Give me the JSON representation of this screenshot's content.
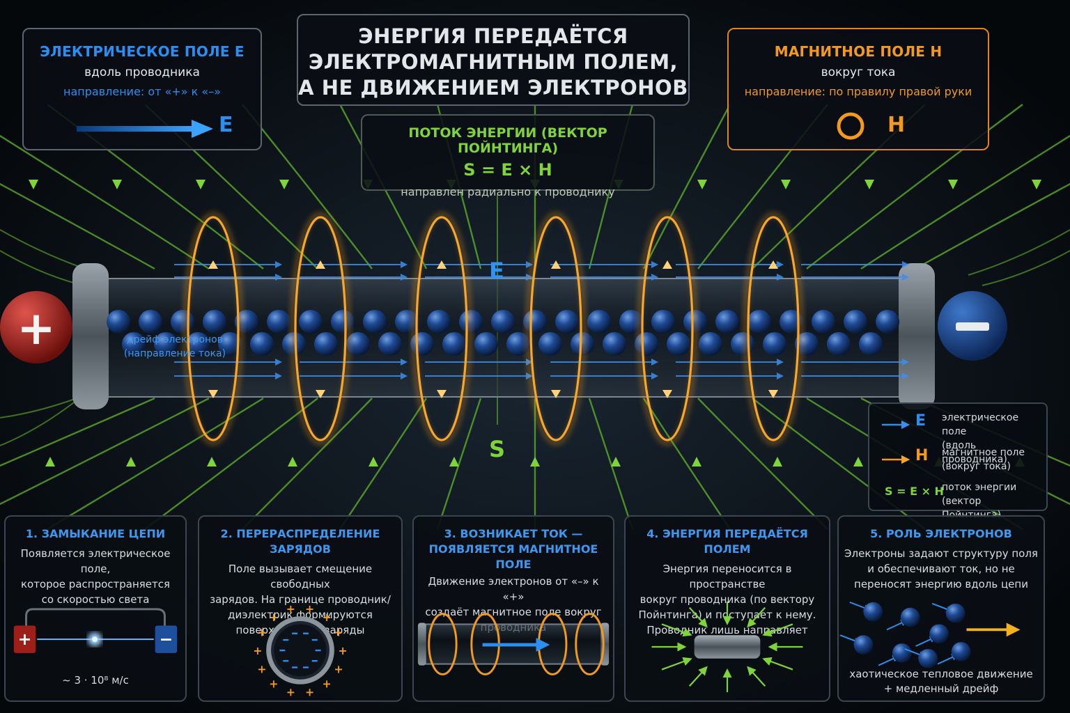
{
  "header": {
    "title_lines": [
      "ЭНЕРГИЯ ПЕРЕДАЁТСЯ",
      "ЭЛЕКТРОМАГНИТНЫМ ПОЛЕМ,",
      "А НЕ ДВИЖЕНИЕМ ЭЛЕКТРОНОВ"
    ]
  },
  "e_panel": {
    "title": "ЭЛЕКТРИЧЕСКОЕ ПОЛЕ E",
    "subtitle": "вдоль проводника",
    "direction": "направление: от «+» к «–»",
    "symbol": "E"
  },
  "h_panel": {
    "title": "МАГНИТНОЕ ПОЛЕ H",
    "subtitle": "вокруг тока",
    "direction": "направление: по правилу правой руки",
    "symbol": "H"
  },
  "s_panel": {
    "title": "ПОТОК ЭНЕРГИИ (ВЕКТОР ПОЙНТИНГА)",
    "formula": "S = E × H",
    "description": "направлен радиально к проводнику"
  },
  "diagram": {
    "label_e": "E",
    "label_s": "S",
    "terminal_plus": "+",
    "terminal_minus": "−",
    "drift_label": [
      "дрейф электронов",
      "(направление тока)"
    ]
  },
  "legend": {
    "items": [
      {
        "symbol": "E",
        "line1": "электрическое поле",
        "line2": "(вдоль проводника)",
        "color": "#2b8ff2"
      },
      {
        "symbol": "H",
        "line1": "магнитное поле",
        "line2": "(вокруг тока)",
        "color": "#f29a1f"
      },
      {
        "symbol": "S = E × H",
        "line1": "поток энергии",
        "line2": "(вектор Пойнтинга)",
        "color": "#7ed43a"
      }
    ]
  },
  "cards": [
    {
      "title": [
        "1. ЗАМЫКАНИЕ ЦЕПИ"
      ],
      "text": [
        "Появляется электрическое поле,",
        "которое распространяется",
        "со скоростью света"
      ],
      "note": "~ 3 · 10⁸ м/с"
    },
    {
      "title": [
        "2. ПЕРЕРАСПРЕДЕЛЕНИЕ ЗАРЯДОВ"
      ],
      "text": [
        "Поле вызывает смещение свободных",
        "зарядов. На границе проводник/",
        "диэлектрик формируются",
        "поверхностные заряды"
      ]
    },
    {
      "title": [
        "3. ВОЗНИКАЕТ ТОК —",
        "ПОЯВЛЯЕТСЯ МАГНИТНОЕ ПОЛЕ"
      ],
      "text": [
        "Движение электронов от «–» к «+»",
        "создаёт магнитное поле вокруг",
        "проводника"
      ]
    },
    {
      "title": [
        "4. ЭНЕРГИЯ ПЕРЕДАЁТСЯ ПОЛЕМ"
      ],
      "text": [
        "Энергия переносится в пространстве",
        "вокруг проводника (по вектору",
        "Пойнтинга) и поступает к нему.",
        "Проводник лишь направляет поток"
      ]
    },
    {
      "title": [
        "5. РОЛЬ ЭЛЕКТРОНОВ"
      ],
      "text": [
        "Электроны задают структуру поля",
        "и обеспечивают ток, но не",
        "переносят энергию вдоль цепи"
      ],
      "note_lines": [
        "хаотическое тепловое движение",
        "+ медленный дрейф"
      ]
    }
  ],
  "colors": {
    "e_field": "#2b8ff2",
    "h_field": "#f29a1f",
    "s_flow": "#7ed43a",
    "plus": "#b3221e",
    "minus": "#1d4f9c"
  }
}
